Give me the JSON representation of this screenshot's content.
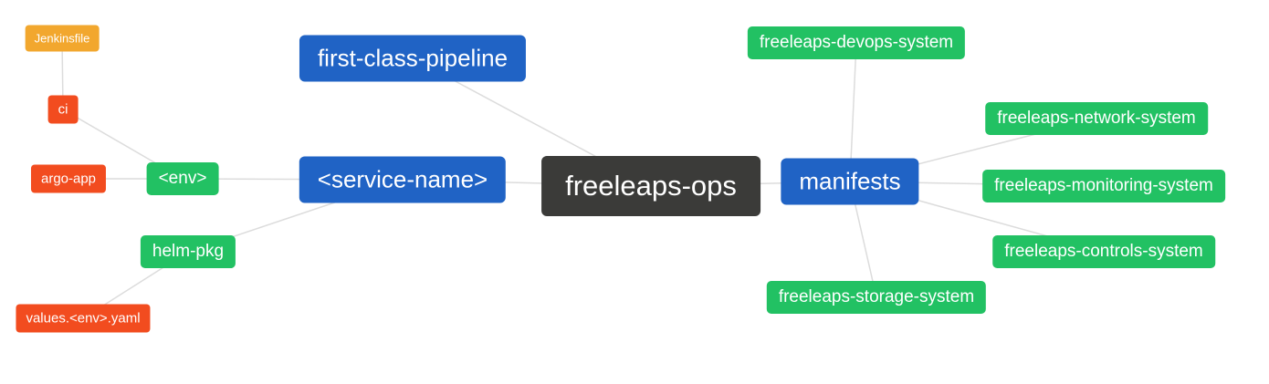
{
  "diagram": {
    "root": {
      "label": "freeleaps-ops"
    },
    "nodes": {
      "jenkinsfile": {
        "label": "Jenkinsfile"
      },
      "ci": {
        "label": "ci"
      },
      "argo_app": {
        "label": "argo-app"
      },
      "env": {
        "label": "<env>"
      },
      "first_class_pipeline": {
        "label": "first-class-pipeline"
      },
      "service_name": {
        "label": "<service-name>"
      },
      "helm_pkg": {
        "label": "helm-pkg"
      },
      "values_env_yaml": {
        "label": "values.<env>.yaml"
      },
      "manifests": {
        "label": "manifests"
      },
      "devops_system": {
        "label": "freeleaps-devops-system"
      },
      "network_system": {
        "label": "freeleaps-network-system"
      },
      "monitoring_system": {
        "label": "freeleaps-monitoring-system"
      },
      "controls_system": {
        "label": "freeleaps-controls-system"
      },
      "storage_system": {
        "label": "freeleaps-storage-system"
      }
    },
    "edges": [
      [
        "jenkinsfile",
        "ci"
      ],
      [
        "ci",
        "env"
      ],
      [
        "argo_app",
        "env"
      ],
      [
        "env",
        "service_name"
      ],
      [
        "helm_pkg",
        "service_name"
      ],
      [
        "values_env_yaml",
        "helm_pkg"
      ],
      [
        "first_class_pipeline",
        "freeleaps_ops"
      ],
      [
        "service_name",
        "freeleaps_ops"
      ],
      [
        "freeleaps_ops",
        "manifests"
      ],
      [
        "manifests",
        "devops_system"
      ],
      [
        "manifests",
        "network_system"
      ],
      [
        "manifests",
        "monitoring_system"
      ],
      [
        "manifests",
        "controls_system"
      ],
      [
        "manifests",
        "storage_system"
      ]
    ],
    "colors": {
      "root_bg": "#3b3b39",
      "level1_bg": "#2063c5",
      "level2_bg": "#22c163",
      "level3_bg": "#f24c1f",
      "level4_bg": "#f2a72e",
      "text": "#ffffff",
      "link": "#dcdcdc",
      "background": "#ffffff"
    }
  }
}
